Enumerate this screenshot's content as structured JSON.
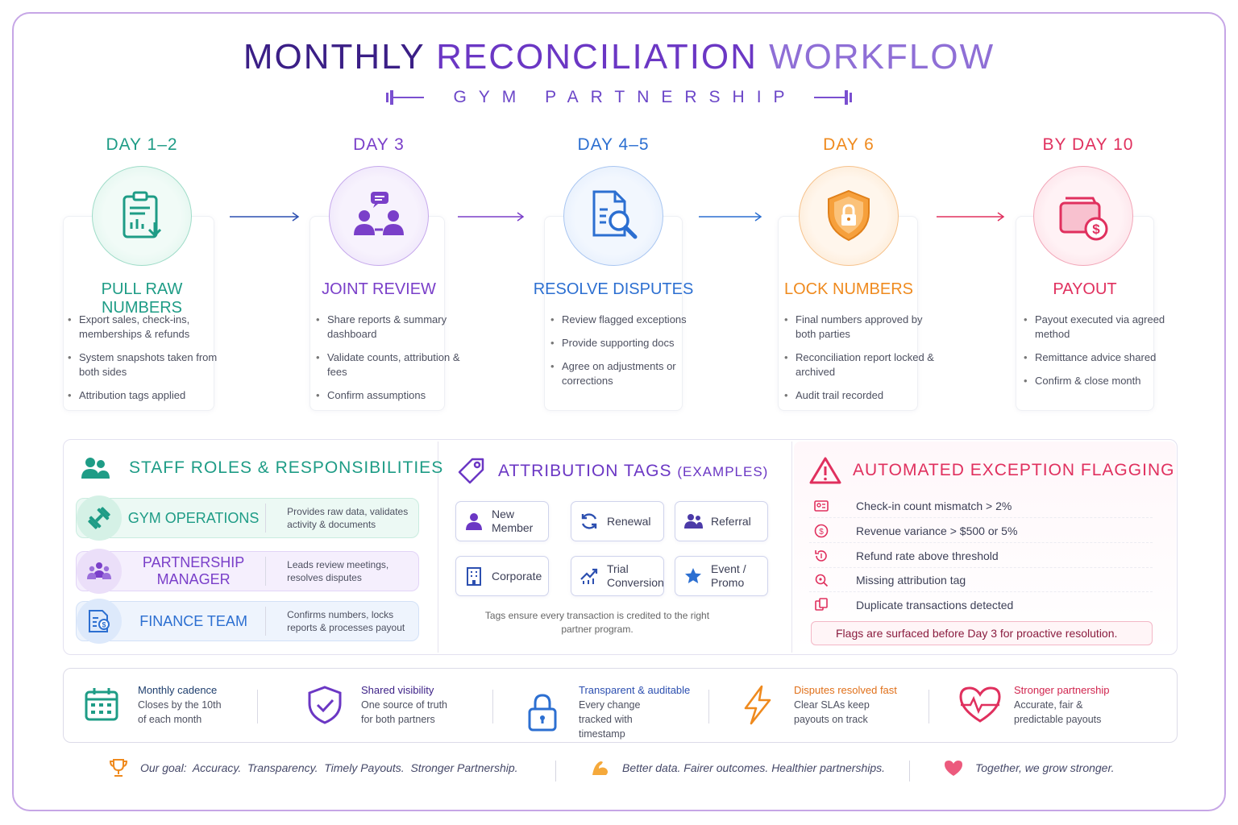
{
  "header": {
    "title_part1": "MONTHLY",
    "title_part2": "RECONCILIATION",
    "title_part3": "WORKFLOW",
    "subtitle": "GYM PARTNERSHIP"
  },
  "colors": {
    "teal": "#1e9c86",
    "purple": "#7a3fc9",
    "blue": "#2c6fd1",
    "orange": "#ef8a1e",
    "red": "#e0305e",
    "navy": "#3b1f86"
  },
  "steps": [
    {
      "day": "DAY 1–2",
      "title": "PULL RAW NUMBERS",
      "icon": "clipboard-chart-icon",
      "bullets": [
        "Export sales, check-ins, memberships & refunds",
        "System snapshots taken from both sides",
        "Attribution tags applied"
      ]
    },
    {
      "day": "DAY 3",
      "title": "JOINT REVIEW",
      "icon": "people-chat-icon",
      "bullets": [
        "Share reports & summary dashboard",
        "Validate counts, attribution & fees",
        "Confirm assumptions"
      ]
    },
    {
      "day": "DAY 4–5",
      "title": "RESOLVE DISPUTES",
      "icon": "document-search-icon",
      "bullets": [
        "Review flagged exceptions",
        "Provide supporting docs",
        "Agree on adjustments or corrections"
      ]
    },
    {
      "day": "DAY 6",
      "title": "LOCK NUMBERS",
      "icon": "shield-lock-icon",
      "bullets": [
        "Final numbers approved by both parties",
        "Reconciliation report locked & archived",
        "Audit trail recorded"
      ]
    },
    {
      "day": "BY DAY 10",
      "title": "PAYOUT",
      "icon": "wallet-dollar-icon",
      "bullets": [
        "Payout executed via agreed method",
        "Remittance advice shared",
        "Confirm & close month"
      ]
    }
  ],
  "roles": {
    "heading": "STAFF ROLES & RESPONSIBILITIES",
    "items": [
      {
        "name": "GYM OPERATIONS",
        "desc": "Provides raw data, validates activity & documents",
        "icon": "dumbbell-icon"
      },
      {
        "name": "PARTNERSHIP MANAGER",
        "desc": "Leads review meetings, resolves disputes",
        "icon": "team-icon"
      },
      {
        "name": "FINANCE TEAM",
        "desc": "Confirms numbers, locks reports & processes payout",
        "icon": "finance-report-icon"
      }
    ]
  },
  "tags": {
    "heading": "ATTRIBUTION TAGS",
    "heading_suffix": "(EXAMPLES)",
    "items": [
      {
        "label": "New Member",
        "icon": "person-icon"
      },
      {
        "label": "Renewal",
        "icon": "refresh-icon"
      },
      {
        "label": "Referral",
        "icon": "people-icon"
      },
      {
        "label": "Corporate",
        "icon": "building-icon"
      },
      {
        "label": "Trial Conversion",
        "icon": "trend-up-icon"
      },
      {
        "label": "Event / Promo",
        "icon": "star-icon"
      }
    ],
    "note": "Tags ensure every transaction is credited to the right partner program."
  },
  "exceptions": {
    "heading": "AUTOMATED EXCEPTION FLAGGING",
    "items": [
      {
        "text": "Check-in count mismatch > 2%",
        "icon": "id-card-icon"
      },
      {
        "text": "Revenue variance > $500 or 5%",
        "icon": "revenue-icon"
      },
      {
        "text": "Refund rate above threshold",
        "icon": "refund-icon"
      },
      {
        "text": "Missing attribution tag",
        "icon": "search-tag-icon"
      },
      {
        "text": "Duplicate transactions detected",
        "icon": "duplicate-icon"
      }
    ],
    "note": "Flags are surfaced before Day 3 for proactive resolution."
  },
  "benefits": [
    {
      "title": "Monthly cadence",
      "desc": "Closes by the 10th of each month",
      "icon": "calendar-icon"
    },
    {
      "title": "Shared visibility",
      "desc": "One source of truth for both partners",
      "icon": "shield-check-icon"
    },
    {
      "title": "Transparent & auditable",
      "desc": "Every change tracked with timestamp",
      "icon": "padlock-icon"
    },
    {
      "title": "Disputes resolved fast",
      "desc": "Clear SLAs keep payouts on track",
      "icon": "lightning-icon"
    },
    {
      "title": "Stronger partnership",
      "desc": "Accurate, fair & predictable payouts",
      "icon": "heart-pulse-icon"
    }
  ],
  "footer": [
    {
      "text": "Our goal:  Accuracy.  Transparency.  Timely Payouts.  Stronger Partnership.",
      "icon": "trophy-icon"
    },
    {
      "text": "Better data. Fairer outcomes. Healthier partnerships.",
      "icon": "flexed-arm-icon"
    },
    {
      "text": "Together, we grow stronger.",
      "icon": "heart-icon"
    }
  ]
}
